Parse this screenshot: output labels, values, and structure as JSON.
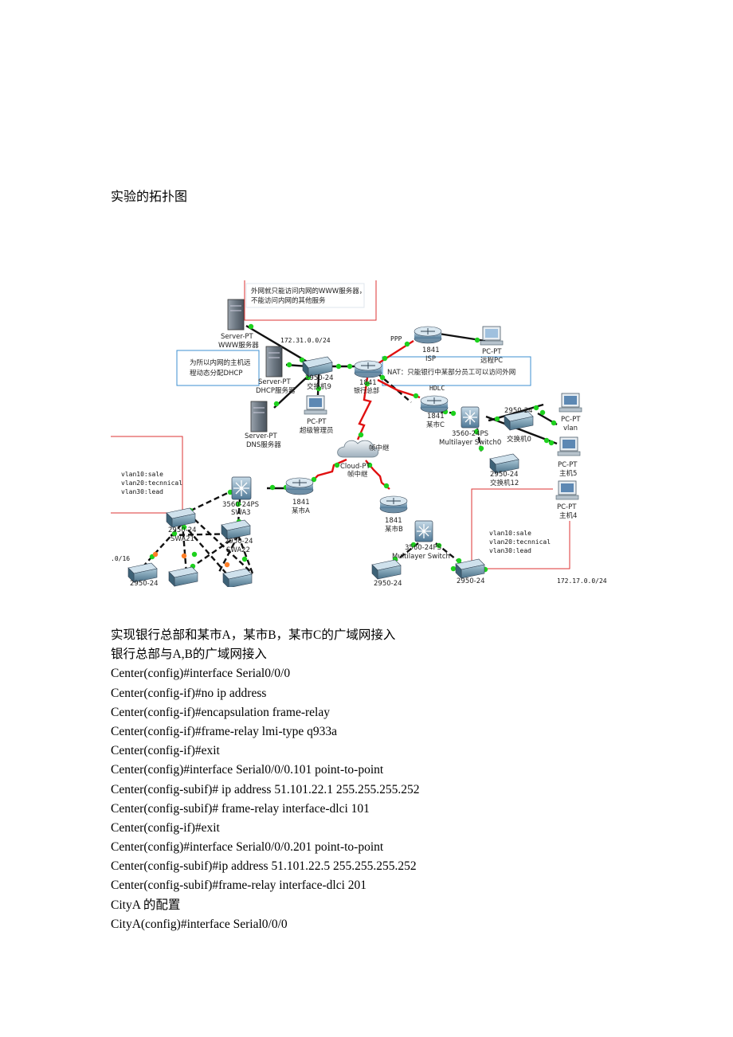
{
  "heading": "实验的拓扑图",
  "topology": {
    "notes": {
      "www": [
        "外网就只能访问内网的WWW服务器，",
        "不能访问内网的其他服务"
      ],
      "dhcp": [
        "为所以内网的主机远",
        "程动态分配DHCP"
      ],
      "nat": "NAT：只能银行中某部分员工可以访问外网",
      "vlan_left": [
        "vlan10:sale",
        "vlan20:tecnnical",
        "vlan30:lead"
      ],
      "vlan_right": [
        "vlan10:sale",
        "vlan20:tecnnical",
        "vlan30:lead"
      ]
    },
    "links": {
      "subnet_172_31": "172.31.0.0/24",
      "ppp": "PPP",
      "hdlc": "HDLC",
      "subnet_left": ".0/16",
      "subnet_172_17": "172.17.0.0/24",
      "frame_relay": "帧中继"
    },
    "devices": {
      "www_server": [
        "Server-PT",
        "WWW服务器"
      ],
      "dhcp_server": [
        "Server-PT",
        "DHCP服务器"
      ],
      "dns_server": [
        "Server-PT",
        "DNS服务器"
      ],
      "switch9": [
        "2950-24",
        "交换机9"
      ],
      "admin_pc": [
        "PC-PT",
        "超级管理员"
      ],
      "hq_router": [
        "1841",
        "银行总部"
      ],
      "isp_router": [
        "1841",
        "ISP"
      ],
      "remote_pc": [
        "PC-PT",
        "远程PC"
      ],
      "cityc_router": [
        "1841",
        "某市C"
      ],
      "mls0": [
        "3560-24PS",
        "Multilayer Switch0"
      ],
      "switch0": [
        "2950-24",
        "交换机0"
      ],
      "vlan_pc": [
        "PC-PT",
        "vlan"
      ],
      "switch12": [
        "2950-24",
        "交换机12"
      ],
      "host5": [
        "PC-PT",
        "主机5"
      ],
      "host4": [
        "PC-PT",
        "主机4"
      ],
      "cloud": [
        "Cloud-PT",
        "帧中继"
      ],
      "citya_router": [
        "1841",
        "某市A"
      ],
      "swa3": [
        "3560-24PS",
        "SWA3"
      ],
      "swa21": [
        "2950-24",
        "SWA21"
      ],
      "swa22": [
        "2950-24",
        "SWA22"
      ],
      "sw_left_bottom": "2950-24",
      "cityb_router": [
        "1841",
        "某市B"
      ],
      "mls_b": [
        "3560-24PS",
        "Multilayer Switch"
      ],
      "sw_b_left": "2950-24",
      "sw_b_right": "2950-24"
    }
  },
  "lines": [
    "实现银行总部和某市A，某市B，某市C的广域网接入",
    "银行总部与A,B的广域网接入",
    "Center(config)#interface Serial0/0/0",
    "Center(config-if)#no ip address",
    "Center(config-if)#encapsulation frame-relay",
    "Center(config-if)#frame-relay lmi-type q933a",
    "Center(config-if)#exit",
    "Center(config)#interface Serial0/0/0.101 point-to-point",
    "Center(config-subif)# ip address 51.101.22.1 255.255.255.252",
    "Center(config-subif)# frame-relay interface-dlci 101",
    "Center(config-if)#exit",
    "Center(config)#interface Serial0/0/0.201 point-to-point",
    "Center(config-subif)#ip address 51.101.22.5 255.255.255.252",
    "Center(config-subif)#frame-relay interface-dlci 201",
    "CityA 的配置",
    "CityA(config)#interface Serial0/0/0"
  ]
}
